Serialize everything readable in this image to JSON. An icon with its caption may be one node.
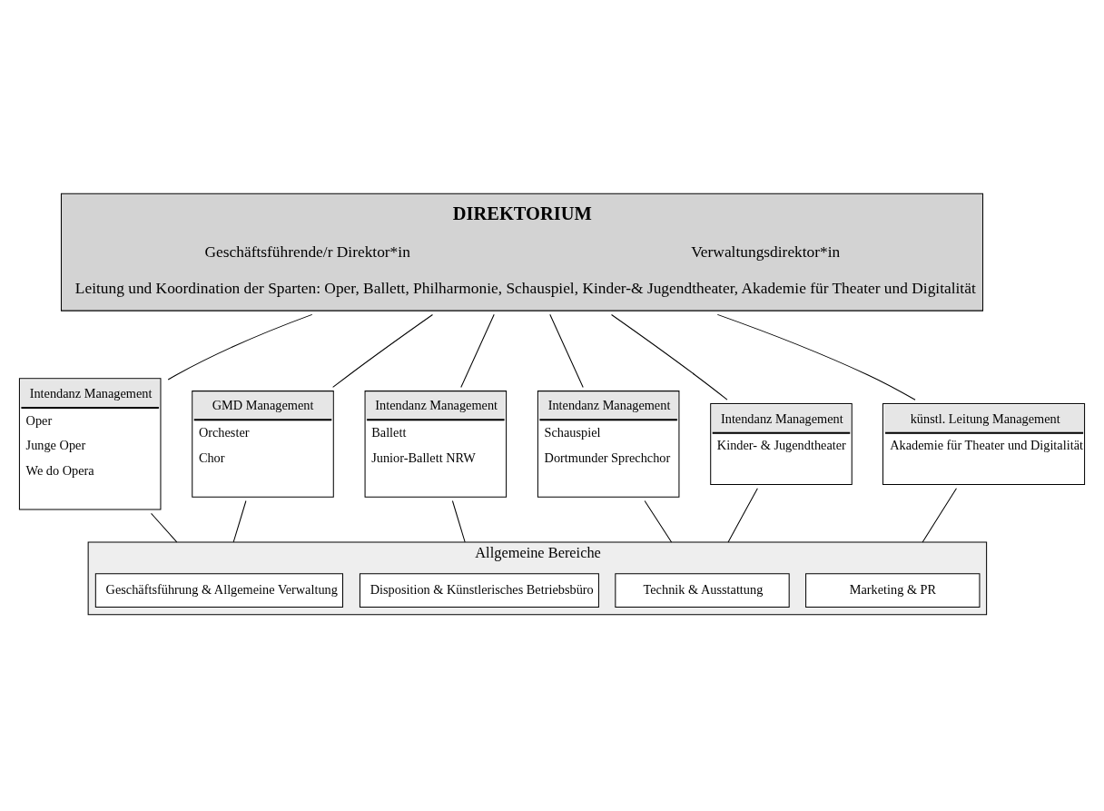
{
  "diagram": {
    "nodes": [
      {
        "text": [
          "DIREKTORIUM",
          "Geschäftsführende/r Direktor*in",
          "Verwaltungsdirektor*in",
          "Leitung und Koordination der Sparten: Oper, Ballett, Philharmonie, Schauspiel, Kinder-& Jugendtheater, Akademie für Theater und Digitalität"
        ]
      },
      {
        "text": [
          "Intendanz Management",
          "Oper",
          "Junge Oper",
          "We do Opera"
        ]
      },
      {
        "text": [
          "GMD Management",
          "Orchester",
          "Chor"
        ]
      },
      {
        "text": [
          "Intendanz Management",
          "Ballett",
          "Junior-Ballett NRW"
        ]
      },
      {
        "text": [
          "Intendanz Management",
          "Schauspiel",
          "Dortmunder Sprechchor"
        ]
      },
      {
        "text": [
          "Intendanz Management",
          "Kinder- & Jugendtheater"
        ]
      },
      {
        "text": [
          "künstl. Leitung Management",
          "Akademie für Theater und Digitalität"
        ]
      },
      {
        "text": [
          "Allgemeine Bereiche"
        ]
      },
      {
        "text": [
          "Geschäftsführung & Allgemeine Verwaltung"
        ],
        "in": 7
      },
      {
        "text": [
          "Disposition & Künstlerisches Betriebsbüro"
        ],
        "in": 7
      },
      {
        "text": [
          "Technik & Ausstattung"
        ],
        "in": 7
      },
      {
        "text": [
          "Marketing & PR"
        ],
        "in": 7
      }
    ],
    "edges": [
      {
        "from": 0,
        "to": 1,
        "arrow": "none"
      },
      {
        "from": 0,
        "to": 2,
        "arrow": "none"
      },
      {
        "from": 0,
        "to": 3,
        "arrow": "none"
      },
      {
        "from": 0,
        "to": 4,
        "arrow": "none"
      },
      {
        "from": 0,
        "to": 5,
        "arrow": "none"
      },
      {
        "from": 0,
        "to": 6,
        "arrow": "none"
      },
      {
        "from": 1,
        "to": 7,
        "arrow": "none"
      },
      {
        "from": 2,
        "to": 7,
        "arrow": "none"
      },
      {
        "from": 3,
        "to": 7,
        "arrow": "none"
      },
      {
        "from": 4,
        "to": 7,
        "arrow": "none"
      },
      {
        "from": 5,
        "to": 7,
        "arrow": "none"
      },
      {
        "from": 6,
        "to": 7,
        "arrow": "none"
      }
    ]
  }
}
